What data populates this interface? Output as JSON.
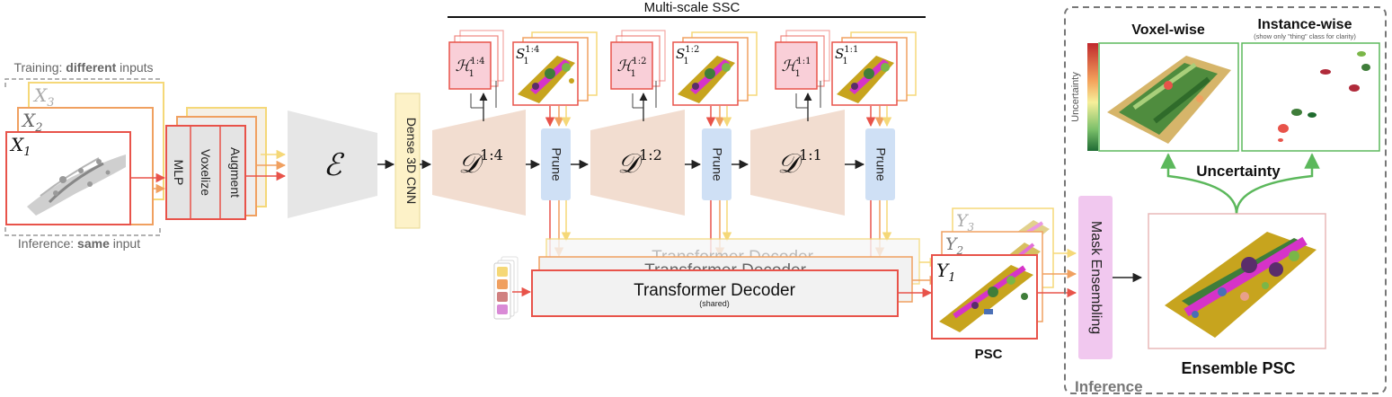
{
  "training_label": {
    "prefix": "Training: ",
    "bold": "different",
    "suffix": " inputs"
  },
  "inference_label": {
    "prefix": "Inference: ",
    "bold": "same",
    "suffix": " input"
  },
  "inputs": [
    {
      "var": "X",
      "sub": "3"
    },
    {
      "var": "X",
      "sub": "2"
    },
    {
      "var": "X",
      "sub": "1"
    }
  ],
  "preprocess": {
    "mlp": "MLP",
    "voxelize": "Voxelize",
    "augment": "Augment"
  },
  "encoder": {
    "symbol": "ℰ"
  },
  "dense_cnn": "Dense 3D CNN",
  "multiscale": {
    "title": "Multi-scale SSC"
  },
  "stages": [
    {
      "decoder_var": "𝒟",
      "scale": "1:4",
      "head_var": "ℋ",
      "head_sub": "1",
      "ssc_var": "S",
      "ssc_sub": "1",
      "prune": "Prune"
    },
    {
      "decoder_var": "𝒟",
      "scale": "1:2",
      "head_var": "ℋ",
      "head_sub": "1",
      "ssc_var": "S",
      "ssc_sub": "1",
      "prune": "Prune"
    },
    {
      "decoder_var": "𝒟",
      "scale": "1:1",
      "head_var": "ℋ",
      "head_sub": "1",
      "ssc_var": "S",
      "ssc_sub": "1",
      "prune": "Prune"
    }
  ],
  "transformer": {
    "title": "Transformer Decoder",
    "shared": "(shared)"
  },
  "outputs": [
    {
      "var": "Y",
      "sub": "3"
    },
    {
      "var": "Y",
      "sub": "2"
    },
    {
      "var": "Y",
      "sub": "1"
    }
  ],
  "psc_label": "PSC",
  "mask_ensembling": "Mask Ensembling",
  "inference_panel": {
    "title": "Inference",
    "voxel_wise": "Voxel-wise",
    "instance_wise": "Instance-wise",
    "instance_note": "(show only \"thing\" class for clarity)",
    "uncertainty_axis": "Uncertainty",
    "uncertainty_label": "Uncertainty",
    "ensemble_label": "Ensemble PSC"
  },
  "colors": {
    "red": "#e8534a",
    "orange": "#f0a060",
    "yellow": "#f5d878",
    "green": "#5cb85c",
    "decoder_fill": "#f2ddd0",
    "prune_fill": "#cfe0f5",
    "cnn_fill": "#fdf2c8",
    "head_fill": "#f9cfd8",
    "mask_fill": "#f1c8ef",
    "magenta": "#d633c8",
    "olive": "#c7a41e",
    "dark_green": "#3f7d3a"
  }
}
